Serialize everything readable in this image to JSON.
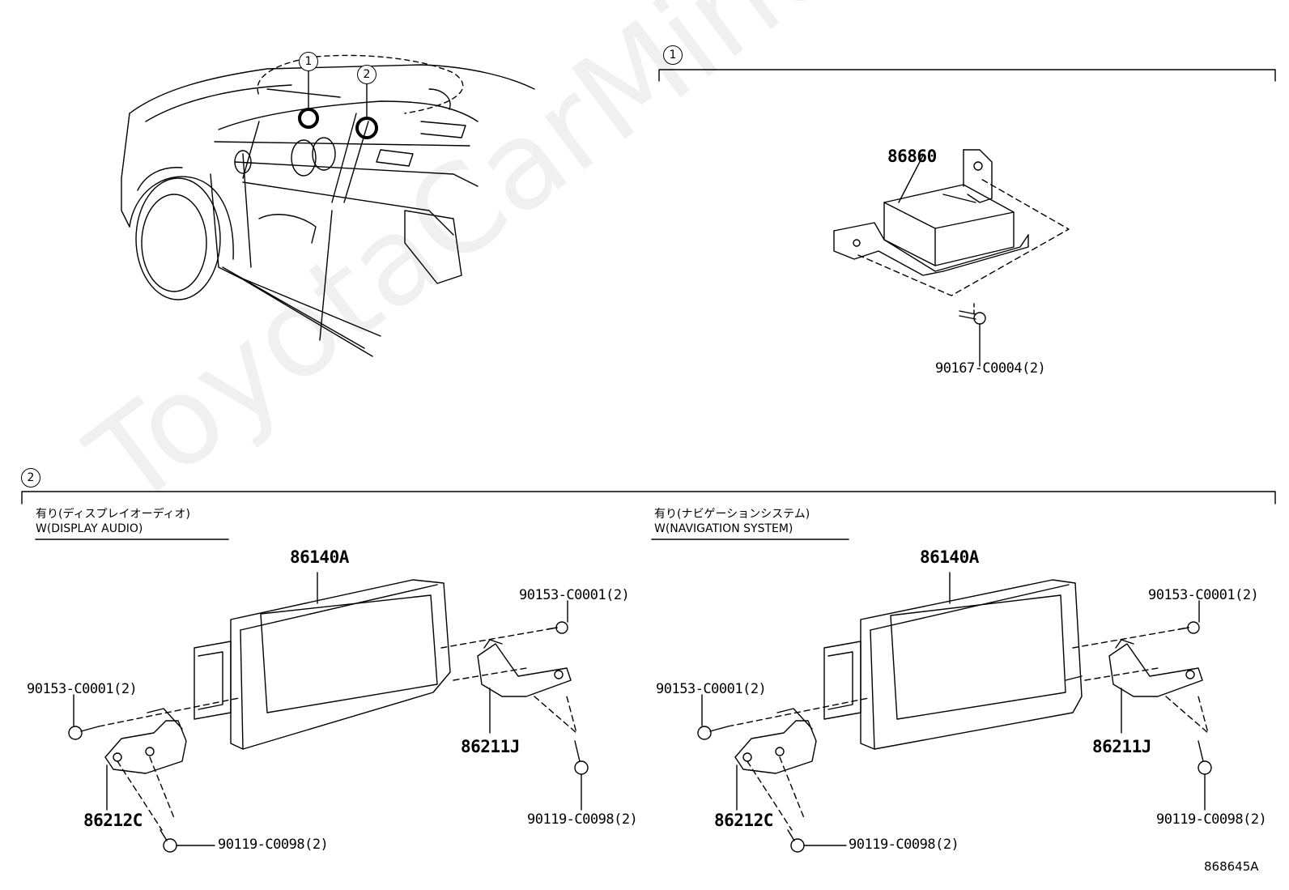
{
  "watermark": "ToyotaCarMine.ru",
  "overview": {
    "callout_1": "1",
    "callout_2": "2"
  },
  "section_1": {
    "callout": "1",
    "parts": {
      "module": "86860",
      "bolt": "90167-C0004(2)"
    }
  },
  "section_2": {
    "callout": "2",
    "left": {
      "caption_jp": "有り(ディスプレイオーディオ)",
      "caption_en": "W(DISPLAY AUDIO)",
      "parts": {
        "display": "86140A",
        "screw_top_right": "90153-C0001(2)",
        "screw_left": "90153-C0001(2)",
        "bracket_right": "86211J",
        "bolt_right": "90119-C0098(2)",
        "bracket_left": "86212C",
        "bolt_bottom": "90119-C0098(2)"
      }
    },
    "right": {
      "caption_jp": "有り(ナビゲーションシステム)",
      "caption_en": "W(NAVIGATION SYSTEM)",
      "parts": {
        "display": "86140A",
        "screw_top_right": "90153-C0001(2)",
        "screw_left": "90153-C0001(2)",
        "bracket_right": "86211J",
        "bolt_right": "90119-C0098(2)",
        "bracket_left": "86212C",
        "bolt_bottom": "90119-C0098(2)"
      }
    }
  },
  "figure_code": "868645A"
}
